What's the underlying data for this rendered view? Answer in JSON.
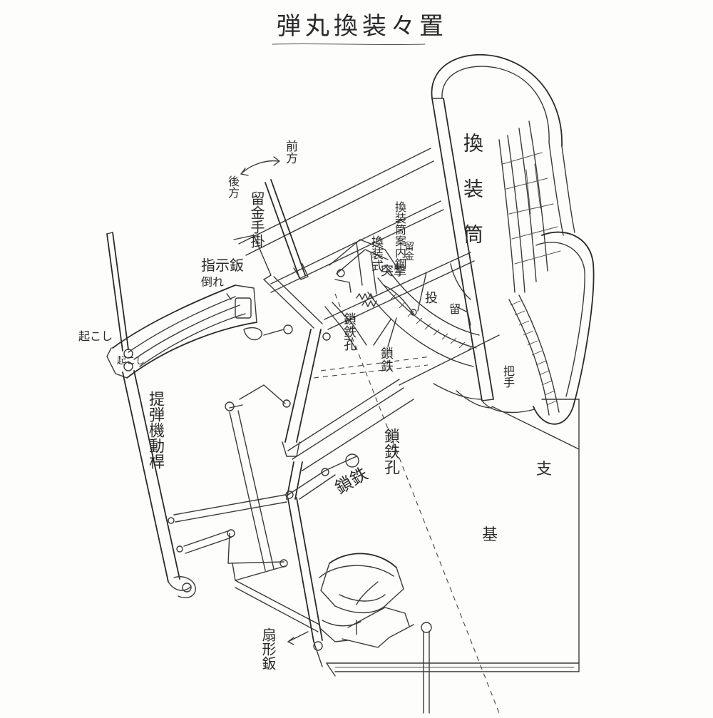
{
  "title": "弾丸換装々置",
  "labels": {
    "zenpo": "前方",
    "koho": "後方",
    "tomegane_tekake": "留金手掛",
    "shidokan": "指示鈑",
    "taore": "倒れ",
    "okoshi_hand": "起こし",
    "okoshi_small": "起こし",
    "kanso_tsutsu": "換装筒",
    "kanso_sando_tsugi": "換装筒案内鋼",
    "rukin": "留金",
    "kanso_shiki": "換装式",
    "tokkan": "突撃",
    "tou": "投",
    "tomagata": "留",
    "tekake_right": "把手",
    "sakugane_ana1": "鎖鉄孔",
    "sakugane_upper": "鎖鉄",
    "teidan_dokan": "提弾機動桿",
    "sakugane_ana2": "鎖鉄孔",
    "sakugane_lower": "鎖鉄",
    "ko_front": "支",
    "ki_base": "基",
    "senkai_dokan": "扇形鈑"
  }
}
